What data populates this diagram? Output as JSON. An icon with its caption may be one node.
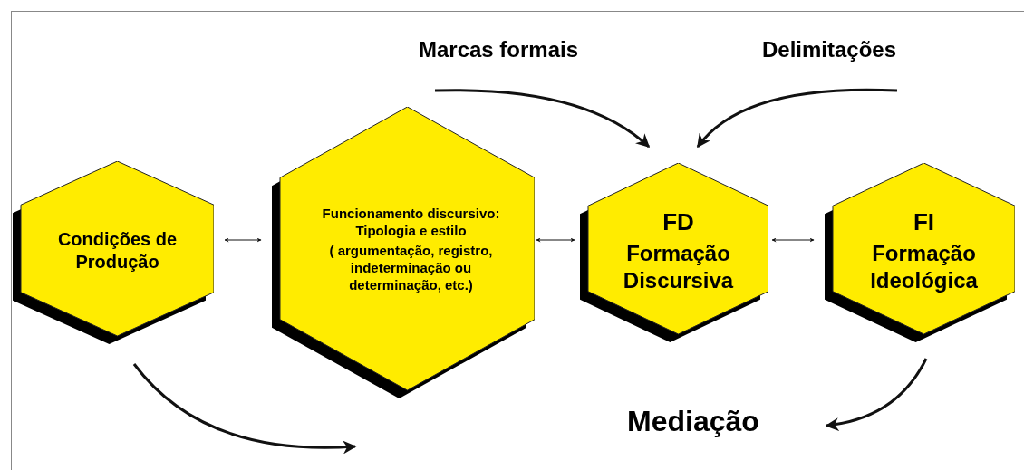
{
  "diagram": {
    "nodes": [
      {
        "text": [
          "Marcas formais"
        ]
      },
      {
        "text": [
          "Delimitações"
        ]
      },
      {
        "text": [
          "Condições de Produção"
        ]
      },
      {
        "text": [
          "Funcionamento discursivo: Tipologia e estilo",
          "( argumentação, registro, indeterminação ou determinação, etc.)"
        ]
      },
      {
        "text": [
          "FD",
          "Formação Discursiva"
        ]
      },
      {
        "text": [
          "FI",
          "Formação Ideológica"
        ]
      },
      {
        "text": [
          "Mediação"
        ]
      }
    ],
    "edges": [
      {
        "from": 0,
        "to": 4,
        "arrow": "to"
      },
      {
        "from": 1,
        "to": 4,
        "arrow": "to"
      },
      {
        "from": 2,
        "to": 3,
        "arrow": "both"
      },
      {
        "from": 3,
        "to": 4,
        "arrow": "both"
      },
      {
        "from": 4,
        "to": 5,
        "arrow": "both"
      },
      {
        "from": 5,
        "to": 6,
        "arrow": "to"
      },
      {
        "from": 2,
        "to": null,
        "arrow": "to"
      }
    ]
  }
}
